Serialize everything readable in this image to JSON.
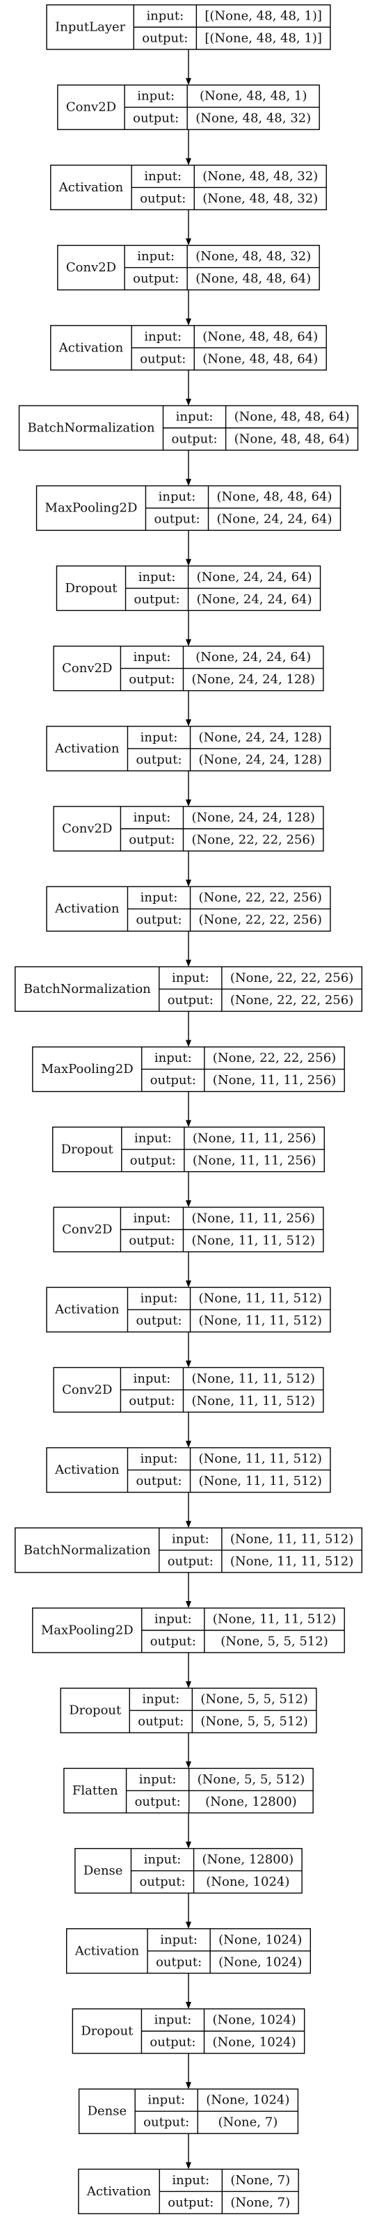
{
  "labels": {
    "input": "input:",
    "output": "output:"
  },
  "layers": [
    {
      "name": "InputLayer",
      "input": "[(None, 48, 48, 1)]",
      "output": "[(None, 48, 48, 1)]"
    },
    {
      "name": "Conv2D",
      "input": "(None, 48, 48, 1)",
      "output": "(None, 48, 48, 32)"
    },
    {
      "name": "Activation",
      "input": "(None, 48, 48, 32)",
      "output": "(None, 48, 48, 32)"
    },
    {
      "name": "Conv2D",
      "input": "(None, 48, 48, 32)",
      "output": "(None, 48, 48, 64)"
    },
    {
      "name": "Activation",
      "input": "(None, 48, 48, 64)",
      "output": "(None, 48, 48, 64)"
    },
    {
      "name": "BatchNormalization",
      "input": "(None, 48, 48, 64)",
      "output": "(None, 48, 48, 64)"
    },
    {
      "name": "MaxPooling2D",
      "input": "(None, 48, 48, 64)",
      "output": "(None, 24, 24, 64)"
    },
    {
      "name": "Dropout",
      "input": "(None, 24, 24, 64)",
      "output": "(None, 24, 24, 64)"
    },
    {
      "name": "Conv2D",
      "input": "(None, 24, 24, 64)",
      "output": "(None, 24, 24, 128)"
    },
    {
      "name": "Activation",
      "input": "(None, 24, 24, 128)",
      "output": "(None, 24, 24, 128)"
    },
    {
      "name": "Conv2D",
      "input": "(None, 24, 24, 128)",
      "output": "(None, 22, 22, 256)"
    },
    {
      "name": "Activation",
      "input": "(None, 22, 22, 256)",
      "output": "(None, 22, 22, 256)"
    },
    {
      "name": "BatchNormalization",
      "input": "(None, 22, 22, 256)",
      "output": "(None, 22, 22, 256)"
    },
    {
      "name": "MaxPooling2D",
      "input": "(None, 22, 22, 256)",
      "output": "(None, 11, 11, 256)"
    },
    {
      "name": "Dropout",
      "input": "(None, 11, 11, 256)",
      "output": "(None, 11, 11, 256)"
    },
    {
      "name": "Conv2D",
      "input": "(None, 11, 11, 256)",
      "output": "(None, 11, 11, 512)"
    },
    {
      "name": "Activation",
      "input": "(None, 11, 11, 512)",
      "output": "(None, 11, 11, 512)"
    },
    {
      "name": "Conv2D",
      "input": "(None, 11, 11, 512)",
      "output": "(None, 11, 11, 512)"
    },
    {
      "name": "Activation",
      "input": "(None, 11, 11, 512)",
      "output": "(None, 11, 11, 512)"
    },
    {
      "name": "BatchNormalization",
      "input": "(None, 11, 11, 512)",
      "output": "(None, 11, 11, 512)"
    },
    {
      "name": "MaxPooling2D",
      "input": "(None, 11, 11, 512)",
      "output": "(None, 5, 5, 512)"
    },
    {
      "name": "Dropout",
      "input": "(None, 5, 5, 512)",
      "output": "(None, 5, 5, 512)"
    },
    {
      "name": "Flatten",
      "input": "(None, 5, 5, 512)",
      "output": "(None, 12800)"
    },
    {
      "name": "Dense",
      "input": "(None, 12800)",
      "output": "(None, 1024)"
    },
    {
      "name": "Activation",
      "input": "(None, 1024)",
      "output": "(None, 1024)"
    },
    {
      "name": "Dropout",
      "input": "(None, 1024)",
      "output": "(None, 1024)"
    },
    {
      "name": "Dense",
      "input": "(None, 1024)",
      "output": "(None, 7)"
    },
    {
      "name": "Activation",
      "input": "(None, 7)",
      "output": "(None, 7)"
    }
  ]
}
